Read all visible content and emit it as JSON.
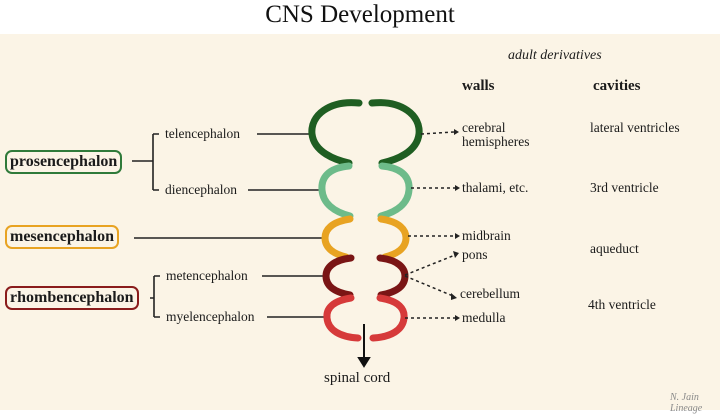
{
  "title": "CNS Development",
  "colors": {
    "prosencephalon": "#2f7a3a",
    "telencephalon": "#1f5e22",
    "diencephalon": "#6dbb8a",
    "mesencephalon": "#e8a322",
    "metencephalon": "#7a1515",
    "myelencephalon": "#d63a3a",
    "rhombencephalon": "#8a1c1c"
  },
  "headers": {
    "adult_derivatives": "adult derivatives",
    "walls": "walls",
    "cavities": "cavities"
  },
  "primary_vesicles": {
    "prosencephalon": "prosencephalon",
    "mesencephalon": "mesencephalon",
    "rhombencephalon": "rhombencephalon"
  },
  "secondary_vesicles": {
    "telencephalon": "telencephalon",
    "diencephalon": "diencephalon",
    "metencephalon": "metencephalon",
    "myelencephalon": "myelencephalon"
  },
  "walls": {
    "cerebral_line1": "cerebral",
    "cerebral_line2": "hemispheres",
    "thalami": "thalami, etc.",
    "midbrain": "midbrain",
    "pons": "pons",
    "cerebellum": "cerebellum",
    "medulla": "medulla"
  },
  "cavities": {
    "lateral": "lateral ventricles",
    "third": "3rd ventricle",
    "aqueduct": "aqueduct",
    "fourth": "4th ventricle"
  },
  "spinal_cord": "spinal cord",
  "signature": "N. Jain Lineage"
}
